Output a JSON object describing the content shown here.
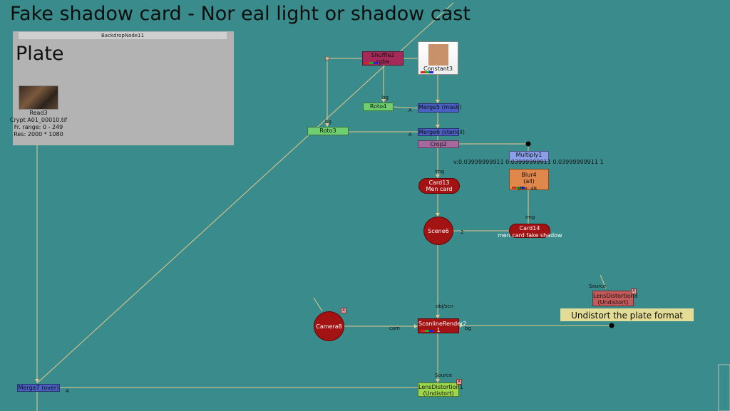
{
  "title": "Fake shadow card - Nor eal light or shadow cast",
  "backdrop": {
    "name": "BackdropNode11",
    "label": "Plate"
  },
  "read_node": {
    "name": "Read3",
    "file": "Crypt A01_00010.tif",
    "range": "Fr. range: 0 - 249",
    "res": "Res: 2000 * 1080"
  },
  "nodes": {
    "shuffle": {
      "name": "Shuffle2",
      "sub": "rgba"
    },
    "constant": {
      "name": "Constant3"
    },
    "roto4": {
      "name": "Roto4"
    },
    "merge5": {
      "name": "Merge5 (mask)"
    },
    "roto3": {
      "name": "Roto3"
    },
    "merge6": {
      "name": "Merge6 (stencil)"
    },
    "crop": {
      "name": "Crop2"
    },
    "multiply": {
      "name": "Multiply1",
      "value": "v:0.03999999911 0.03999999911 0.03999999911 1"
    },
    "blur": {
      "name": "Blur4",
      "sub": "(all)",
      "size": "size: 48"
    },
    "card13": {
      "name": "Card13",
      "label": "Men card"
    },
    "scene": {
      "name": "Scene6"
    },
    "card14": {
      "name": "Card14",
      "label": "men card fake shadow"
    },
    "lens8": {
      "name": "LensDistortion8",
      "sub": "(Undistort)"
    },
    "note": {
      "text": "Undistort the plate format"
    },
    "camera": {
      "name": "Camera8"
    },
    "scanline": {
      "name": "ScanlineRender2",
      "sub": "1"
    },
    "lens1": {
      "name": "LensDistortion1",
      "sub": "(Undistort)"
    },
    "merge7": {
      "name": "Merge7 (over)"
    }
  },
  "pin_labels": {
    "bg1": "bg",
    "bg2": "bg",
    "A1": "A",
    "A2": "A",
    "A3": "A",
    "img1": "img",
    "img2": "img",
    "two": "2",
    "objscn": "obj/scn",
    "cam": "cam",
    "bg3": "bg",
    "source1": "Source",
    "source2": "Source",
    "one": "1"
  },
  "colors": {
    "graph_bg": "#3a8c8c",
    "edge": "#e8c88a",
    "merge_node": "#4b5fc4",
    "roto_node": "#6fcf6f",
    "shuffle_node": "#a52a5a",
    "crop_node": "#a46aa0",
    "multiply_node": "#8a9fe8",
    "blur_node": "#e0874b",
    "red_node": "#a31313",
    "lens_node": "#c45a5a",
    "lens1_node": "#9bd64b",
    "sticky_note": "#e3dc96",
    "backdrop": "#b3b3b3"
  }
}
